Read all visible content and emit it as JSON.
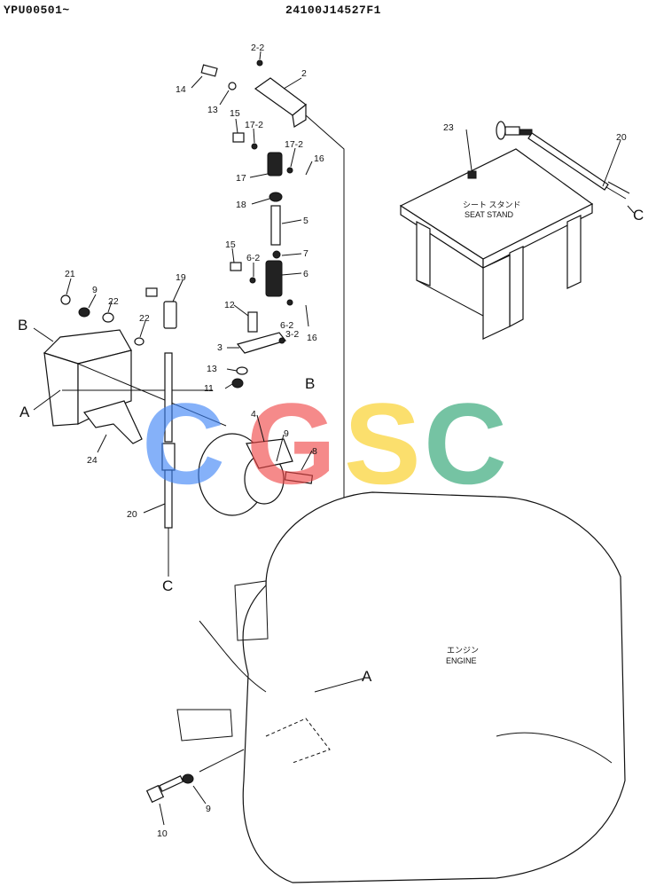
{
  "header": {
    "serial": "YPU00501~",
    "drawing_no": "24100J14527F1"
  },
  "labels": {
    "seat_stand_jp": "シート スタンド",
    "seat_stand_en": "SEAT STAND",
    "engine_jp": "エンジン",
    "engine_en": "ENGINE"
  },
  "callouts": {
    "p2": "2",
    "p2_2": "2-2",
    "p3": "3",
    "p3_2": "3-2",
    "p4": "4",
    "p5": "5",
    "p6": "6",
    "p6_2a": "6-2",
    "p6_2b": "6-2",
    "p7": "7",
    "p8": "8",
    "p9a": "9",
    "p9b": "9",
    "p9c": "9",
    "p10": "10",
    "p11": "11",
    "p12": "12",
    "p13a": "13",
    "p13b": "13",
    "p14": "14",
    "p15a": "15",
    "p15b": "15",
    "p16a": "16",
    "p16b": "16",
    "p17": "17",
    "p17_2a": "17-2",
    "p17_2b": "17-2",
    "p18": "18",
    "p19": "19",
    "p20a": "20",
    "p20b": "20",
    "p21": "21",
    "p22a": "22",
    "p22b": "22",
    "p23": "23",
    "p24": "24"
  },
  "refs": {
    "A1": "A",
    "A2": "A",
    "B1": "B",
    "B2": "B",
    "C1": "C",
    "C2": "C"
  },
  "watermark": {
    "letters": [
      "C",
      "G",
      "S",
      "C"
    ],
    "colors": [
      "#3b82f6",
      "#ef4444",
      "#facc15",
      "#22a06b"
    ]
  }
}
